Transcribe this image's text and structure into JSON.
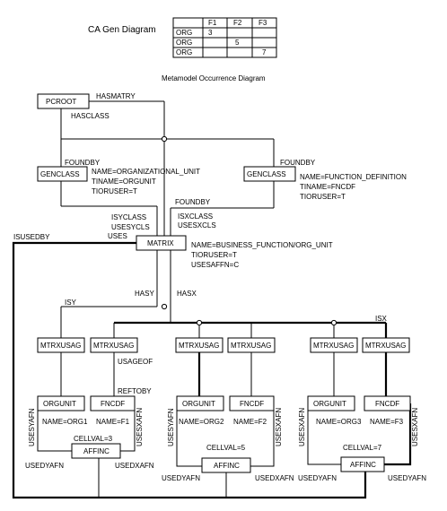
{
  "title": "CA Gen Diagram",
  "table": {
    "headers": [
      "",
      "F1",
      "F2",
      "F3"
    ],
    "rows": [
      [
        "ORG",
        "3",
        "",
        ""
      ],
      [
        "ORG",
        "",
        "5",
        ""
      ],
      [
        "ORG",
        "",
        "",
        "7"
      ]
    ]
  },
  "subtitle": "Metamodel Occurrence Diagram",
  "nodes": {
    "pcroot": "PCROOT",
    "genclass_left": "GENCLASS",
    "genclass_right": "GENCLASS",
    "matrix": "MATRIX",
    "mtrxusag": "MTRXUSAG",
    "orgunit": "ORGUNIT",
    "fncdf": "FNCDF",
    "affinc": "AFFINC"
  },
  "labels": {
    "hasmatry": "HASMATRY",
    "hasclass": "HASCLASS",
    "foundby": "FOUNDBY",
    "isyclass": "ISYCLASS",
    "usesycls": "USESYCLS",
    "uses": "USES",
    "isxclass": "ISXCLASS",
    "usesxcls": "USESXCLS",
    "isusedby": "ISUSEDBY",
    "hasy": "HASY",
    "hasx": "HASX",
    "isy": "ISY",
    "isx": "ISX",
    "usageof": "USAGEOF",
    "reftoby": "REFTOBY",
    "usesyafn": "USESYAFN",
    "usesxafn": "USESXAFN",
    "usedyafn": "USEDYAFN",
    "usedxafn": "USEDXAFN"
  },
  "attributes": {
    "genclass_left": [
      "NAME=ORGANIZATIONAL_UNIT",
      "TINAME=ORGUNIT",
      "TIORUSER=T"
    ],
    "genclass_right": [
      "NAME=FUNCTION_DEFINITION",
      "TINAME=FNCDF",
      "TIORUSER=T"
    ],
    "matrix": [
      "NAME=BUSINESS_FUNCTION/ORG_UNIT",
      "TIORUSER=T",
      "USESAFFN=C"
    ]
  },
  "names": {
    "org1": "NAME=ORG1",
    "org2": "NAME=ORG2",
    "org3": "NAME=ORG3",
    "f1": "NAME=F1",
    "f2": "NAME=F2",
    "f3": "NAME=F3"
  },
  "cellvals": {
    "c1": "CELLVAL=3",
    "c2": "CELLVAL=5",
    "c3": "CELLVAL=7"
  }
}
